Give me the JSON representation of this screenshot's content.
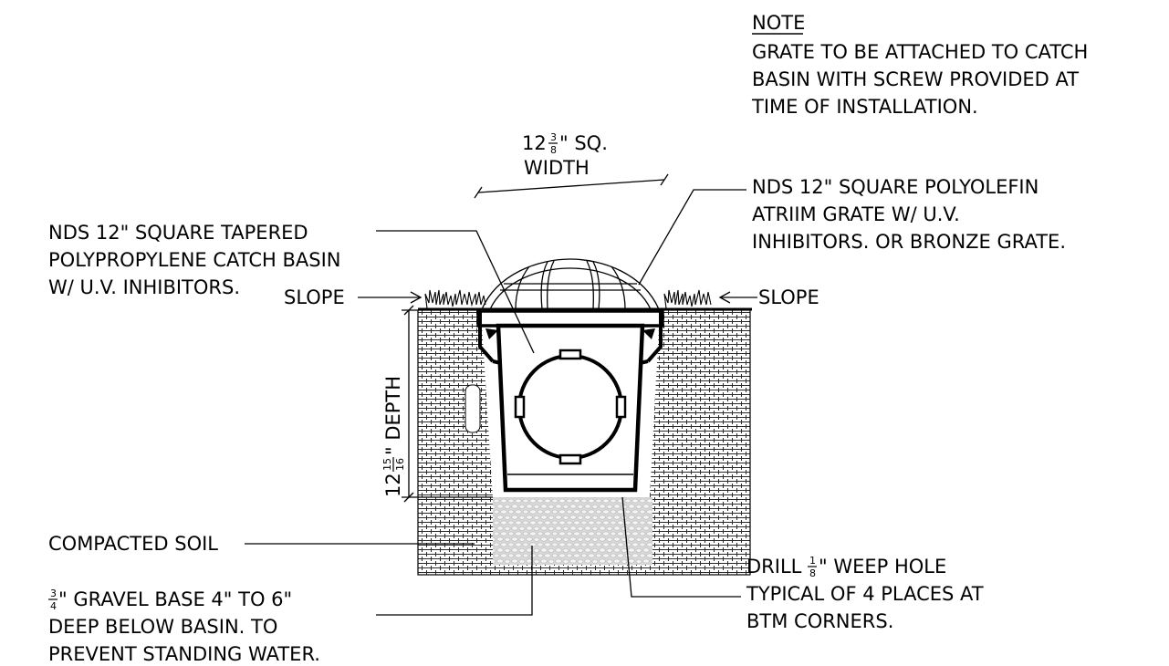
{
  "note": {
    "heading": "NOTE",
    "lines": [
      "GRATE TO BE ATTACHED TO CATCH",
      "BASIN WITH SCREW PROVIDED AT",
      "TIME OF INSTALLATION."
    ]
  },
  "width_dim": {
    "whole": "12",
    "num": "3",
    "den": "8",
    "suffix": "\" SQ.",
    "line2": "WIDTH"
  },
  "depth_dim": {
    "whole": "12",
    "num": "15",
    "den": "16",
    "suffix": "\" DEPTH"
  },
  "grate_callout": [
    "NDS 12\" SQUARE POLYOLEFIN",
    "ATRIIM GRATE W/ U.V.",
    "INHIBITORS. OR BRONZE GRATE."
  ],
  "basin_callout": [
    "NDS 12\" SQUARE TAPERED",
    "POLYPROPYLENE CATCH BASIN",
    "W/ U.V. INHIBITORS."
  ],
  "slope_left": "SLOPE",
  "slope_right": "SLOPE",
  "soil_label": "COMPACTED SOIL",
  "gravel_callout": {
    "num": "3",
    "den": "4",
    "line1_rest": "\" GRAVEL BASE 4\" TO 6\"",
    "line2": "DEEP BELOW BASIN. TO",
    "line3": "PREVENT STANDING WATER."
  },
  "weep_callout": {
    "line1_pre": "DRILL",
    "num": "1",
    "den": "8",
    "line1_rest": "\" WEEP HOLE",
    "line2": "TYPICAL OF 4 PLACES AT",
    "line3": "BTM CORNERS."
  }
}
